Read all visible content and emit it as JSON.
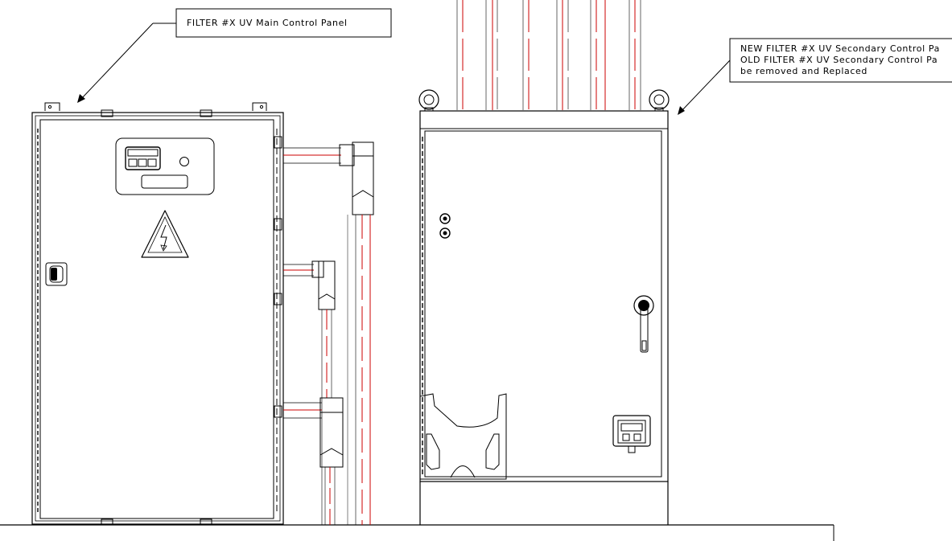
{
  "callouts": {
    "main_panel_label": "FILTER #X UV Main Control Panel",
    "secondary_panel_line1": "NEW FILTER #X UV Secondary Control Pa",
    "secondary_panel_line2": "OLD FILTER #X UV Secondary Control Pa",
    "secondary_panel_line3": "be removed and Replaced"
  },
  "colors": {
    "line": "#000000",
    "conduit_red": "#cc0000",
    "paper": "#ffffff"
  },
  "icons": {
    "warning_symbol": "high-voltage-warning-icon",
    "lifting_eye": "lifting-eye-icon",
    "disconnect_handle": "disconnect-handle-icon"
  }
}
